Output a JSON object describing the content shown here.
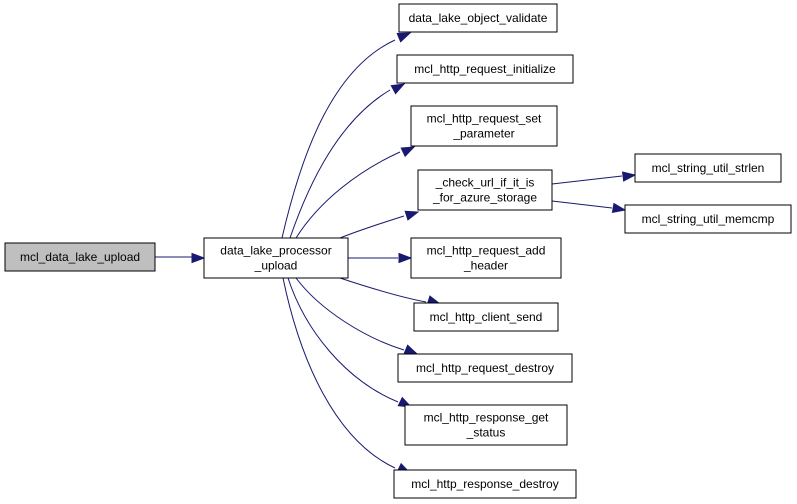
{
  "nodes": {
    "root": [
      "mcl_data_lake_upload"
    ],
    "processor": [
      "data_lake_processor",
      "_upload"
    ],
    "validate": [
      "data_lake_object_validate"
    ],
    "req_init": [
      "mcl_http_request_initialize"
    ],
    "req_set_param": [
      "mcl_http_request_set",
      "_parameter"
    ],
    "check_url": [
      "_check_url_if_it_is",
      "_for_azure_storage"
    ],
    "strlen": [
      "mcl_string_util_strlen"
    ],
    "memcmp": [
      "mcl_string_util_memcmp"
    ],
    "req_add_header": [
      "mcl_http_request_add",
      "_header"
    ],
    "client_send": [
      "mcl_http_client_send"
    ],
    "req_destroy": [
      "mcl_http_request_destroy"
    ],
    "resp_get_status": [
      "mcl_http_response_get",
      "_status"
    ],
    "resp_destroy": [
      "mcl_http_response_destroy"
    ]
  },
  "colors": {
    "edge": "#191970",
    "root_fill": "#bfbfbf",
    "node_fill": "#ffffff",
    "border": "#000000"
  }
}
